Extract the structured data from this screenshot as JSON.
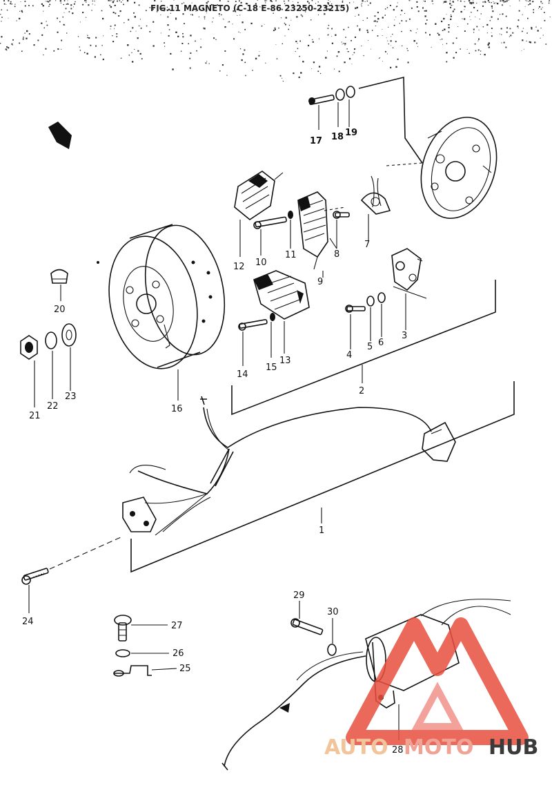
{
  "figure": {
    "title": "FIG.11 MAGNETO (C-18 E-86 23250-23215)"
  },
  "parts": [
    {
      "id": "p1",
      "label": "1"
    },
    {
      "id": "p2",
      "label": "2"
    },
    {
      "id": "p3",
      "label": "3"
    },
    {
      "id": "p4",
      "label": "4"
    },
    {
      "id": "p5",
      "label": "5"
    },
    {
      "id": "p6",
      "label": "6"
    },
    {
      "id": "p7",
      "label": "7"
    },
    {
      "id": "p8",
      "label": "8"
    },
    {
      "id": "p9",
      "label": "9"
    },
    {
      "id": "p10",
      "label": "10"
    },
    {
      "id": "p11",
      "label": "11"
    },
    {
      "id": "p12",
      "label": "12"
    },
    {
      "id": "p13",
      "label": "13"
    },
    {
      "id": "p14",
      "label": "14"
    },
    {
      "id": "p15",
      "label": "15"
    },
    {
      "id": "p16",
      "label": "16"
    },
    {
      "id": "p17",
      "label": "17"
    },
    {
      "id": "p18",
      "label": "18"
    },
    {
      "id": "p19",
      "label": "19"
    },
    {
      "id": "p20",
      "label": "20"
    },
    {
      "id": "p21",
      "label": "21"
    },
    {
      "id": "p22",
      "label": "22"
    },
    {
      "id": "p23",
      "label": "23"
    },
    {
      "id": "p24",
      "label": "24"
    },
    {
      "id": "p25",
      "label": "25"
    },
    {
      "id": "p26",
      "label": "26"
    },
    {
      "id": "p27",
      "label": "27"
    },
    {
      "id": "p28",
      "label": "28"
    },
    {
      "id": "p29",
      "label": "29"
    },
    {
      "id": "p30",
      "label": "30"
    }
  ],
  "watermark": {
    "part1": "AUTO",
    "part2": "MOTO",
    "part3": "HUB",
    "accent_color": "#e8503f",
    "secondary_color": "#f2b27a"
  }
}
